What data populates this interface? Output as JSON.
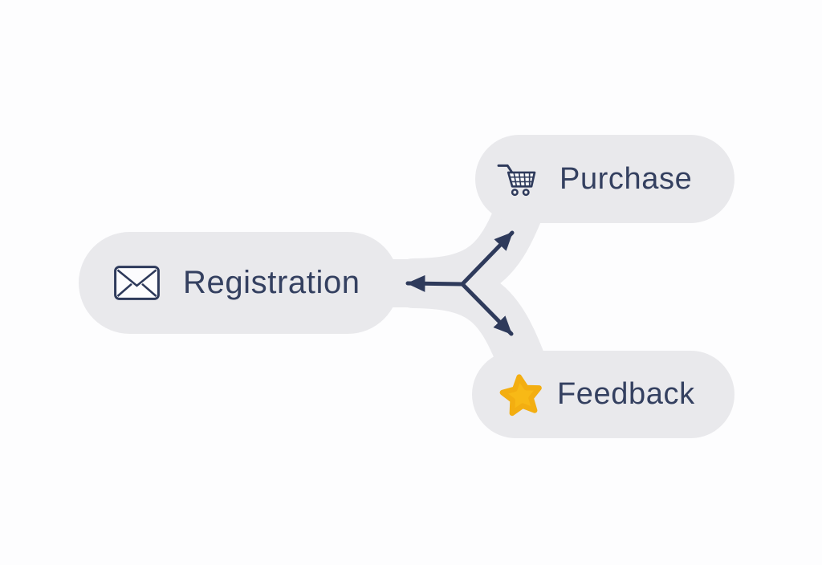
{
  "diagram": {
    "background_color": "#FDFDFE",
    "node_fill_color": "#E9E9EC",
    "text_color": "#344060",
    "arrow_color": "#2E3A5B",
    "star_color": "#F8B916",
    "nodes": [
      {
        "id": "registration",
        "label": "Registration",
        "icon": "envelope-icon",
        "position": "middle-left"
      },
      {
        "id": "purchase",
        "label": "Purchase",
        "icon": "shopping-cart-icon",
        "position": "top-right"
      },
      {
        "id": "feedback",
        "label": "Feedback",
        "icon": "star-icon",
        "position": "bottom-right"
      }
    ],
    "edges": [
      {
        "from": "junction",
        "to": "registration",
        "direction": "left"
      },
      {
        "from": "junction",
        "to": "purchase",
        "direction": "upper-right"
      },
      {
        "from": "junction",
        "to": "feedback",
        "direction": "lower-right"
      }
    ]
  }
}
